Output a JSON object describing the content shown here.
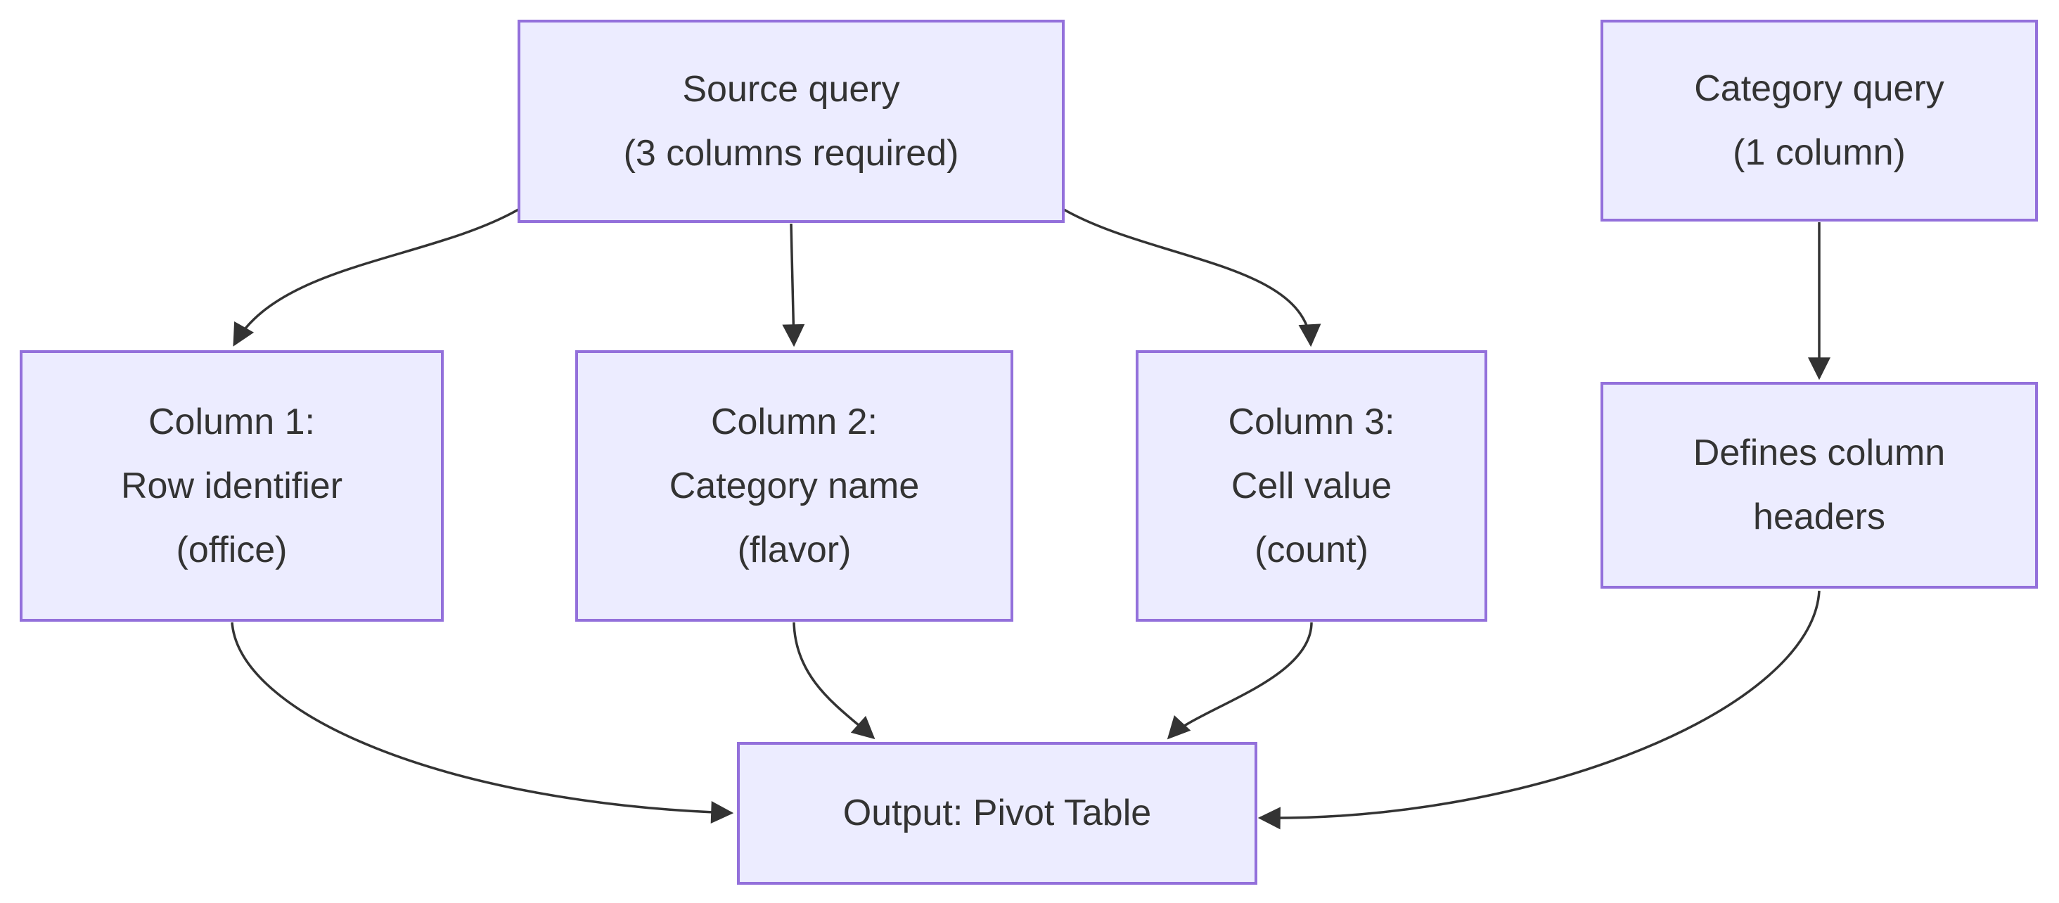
{
  "diagram": {
    "type": "flowchart",
    "direction": "top-down",
    "colors": {
      "background": "#FFFFFF",
      "node_fill": "#ECECFF",
      "node_border": "#9370DB",
      "edge": "#333333",
      "text": "#333333"
    },
    "nodes": {
      "source": {
        "lines": [
          "Source query",
          "(3 columns required)"
        ]
      },
      "category": {
        "lines": [
          "Category query",
          "(1 column)"
        ]
      },
      "col1": {
        "lines": [
          "Column 1:",
          "Row identifier",
          "(office)"
        ]
      },
      "col2": {
        "lines": [
          "Column 2:",
          "Category name",
          "(flavor)"
        ]
      },
      "col3": {
        "lines": [
          "Column 3:",
          "Cell value",
          "(count)"
        ]
      },
      "headers": {
        "lines": [
          "Defines column",
          "headers"
        ]
      },
      "output": {
        "lines": [
          "Output: Pivot Table"
        ]
      }
    },
    "edges": [
      {
        "from": "source",
        "to": "col1"
      },
      {
        "from": "source",
        "to": "col2"
      },
      {
        "from": "source",
        "to": "col3"
      },
      {
        "from": "category",
        "to": "headers"
      },
      {
        "from": "col1",
        "to": "output"
      },
      {
        "from": "col2",
        "to": "output"
      },
      {
        "from": "col3",
        "to": "output"
      },
      {
        "from": "headers",
        "to": "output"
      }
    ]
  }
}
